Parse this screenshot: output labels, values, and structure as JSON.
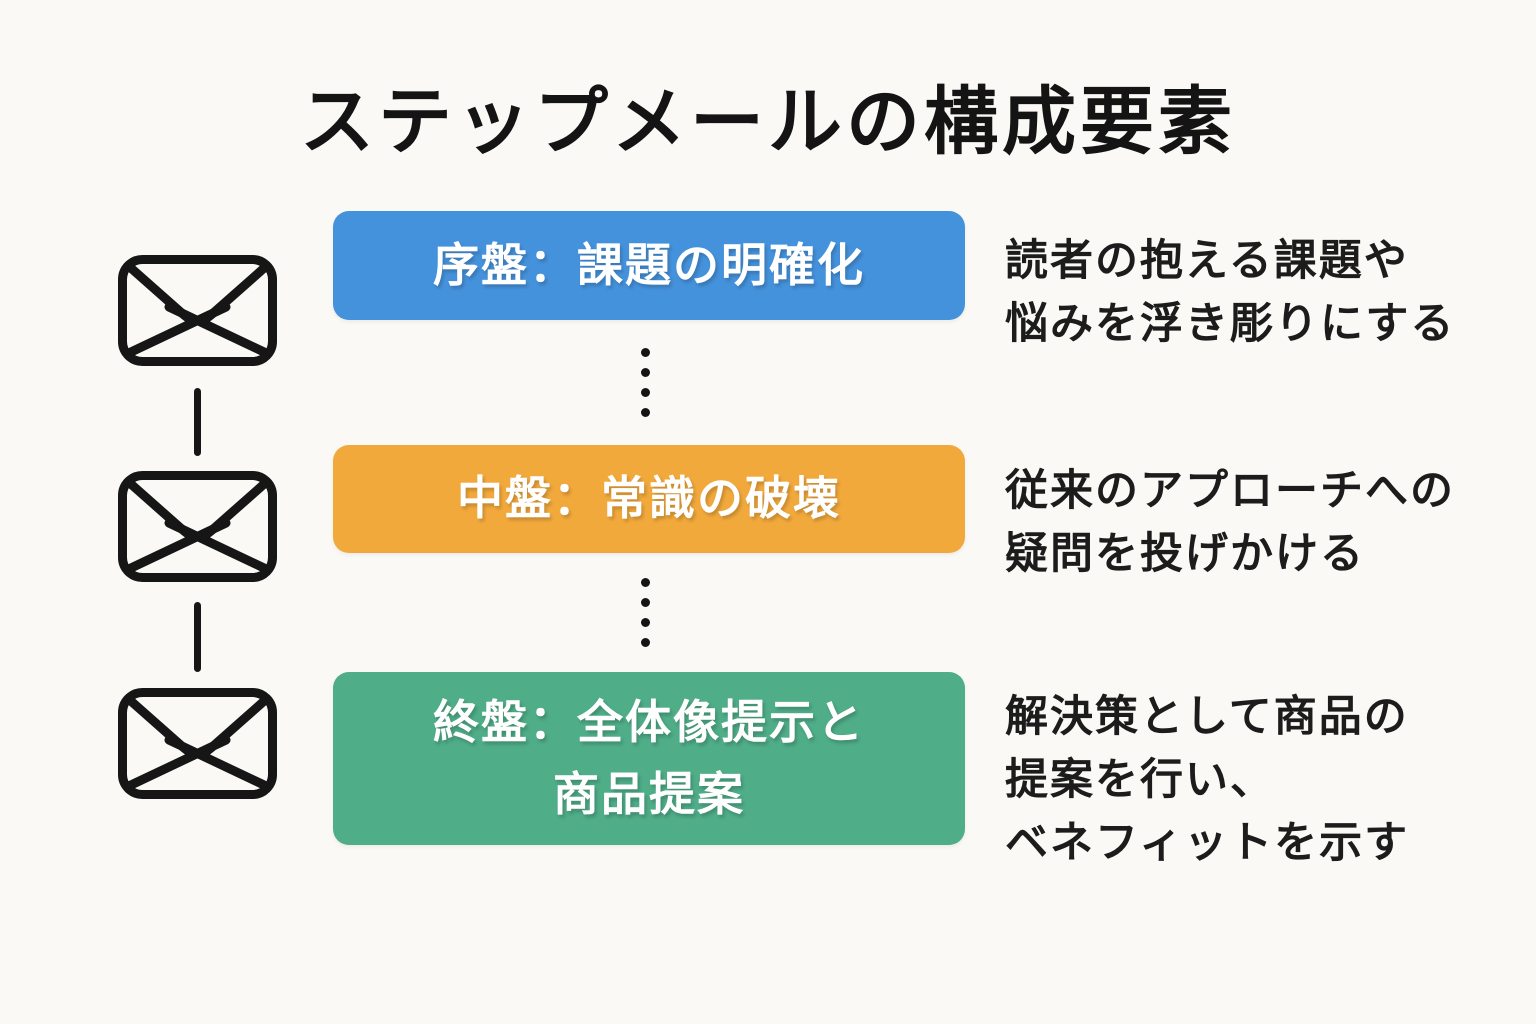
{
  "title": "ステップメールの構成要素",
  "steps": [
    {
      "label_lines": [
        "序盤：課題の明確化"
      ],
      "color": "#4592DC",
      "description_lines": [
        "読者の抱える課題や",
        "悩みを浮き彫りにする"
      ]
    },
    {
      "label_lines": [
        "中盤：常識の破壊"
      ],
      "color": "#F2A93C",
      "description_lines": [
        "従来のアプローチへの",
        "疑問を投げかける"
      ]
    },
    {
      "label_lines": [
        "終盤：全体像提示と",
        "商品提案"
      ],
      "color": "#4FAD88",
      "description_lines": [
        "解決策として商品の",
        "提案を行い、",
        "ベネフィットを示す"
      ]
    }
  ],
  "icons": {
    "envelope": "envelope-icon"
  },
  "colors": {
    "background": "#FAF9F5",
    "ink": "#161616",
    "text": "#1C1C1C",
    "step1_blue": "#4592DC",
    "step2_orange": "#F2A93C",
    "step3_green": "#4FAD88",
    "box_text": "#FFFFFF"
  }
}
